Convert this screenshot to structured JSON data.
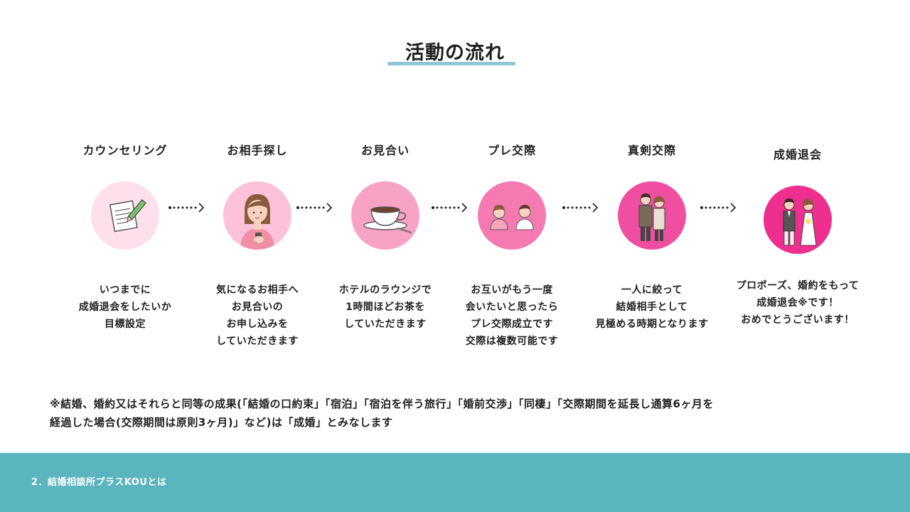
{
  "page": {
    "title": "活動の流れ",
    "note": "※結婚、婚約又はそれらと同等の成果(「結婚の口約束」「宿泊」「宿泊を伴う旅行」「婚前交渉」「同棲」「交際期間を延長し通算6ヶ月を\n経過した場合(交際期間は原則3ヶ月)」など)は「成婚」とみなします",
    "footer": "2．結婚相談所プラスKOUとは"
  },
  "steps": [
    {
      "label": "カウンセリング",
      "icon": "notepad-pen-icon",
      "color": "#fde0ec",
      "desc": "いつまでに\n成婚退会をしたいか\n目標設定"
    },
    {
      "label": "お相手探し",
      "icon": "woman-smartphone-icon",
      "color": "#fbc2da",
      "desc": "気になるお相手へ\nお見合いの\nお申し込みを\nしていただきます"
    },
    {
      "label": "お見合い",
      "icon": "coffee-cup-icon",
      "color": "#f8a2c6",
      "desc": "ホテルのラウンジで\n1時間ほどお茶を\nしていただきます"
    },
    {
      "label": "プレ交際",
      "icon": "couple-talking-icon",
      "color": "#f57ab2",
      "desc": "お互いがもう一度\n会いたいと思ったら\nプレ交際成立です\n交際は複数可能です"
    },
    {
      "label": "真剣交際",
      "icon": "couple-standing-icon",
      "color": "#f04ea0",
      "desc": "一人に絞って\n結婚相手として\n見極める時期となります"
    },
    {
      "label": "成婚退会",
      "icon": "bride-groom-icon",
      "color": "#ee2f8f",
      "desc": "プロポーズ、婚約をもって\n成婚退会※です！\nおめでとうございます！"
    }
  ],
  "colors": {
    "accent_underline": "#8fc6d4",
    "footer_bg": "#5ab5bf",
    "arrow": "#1f1f1f"
  }
}
